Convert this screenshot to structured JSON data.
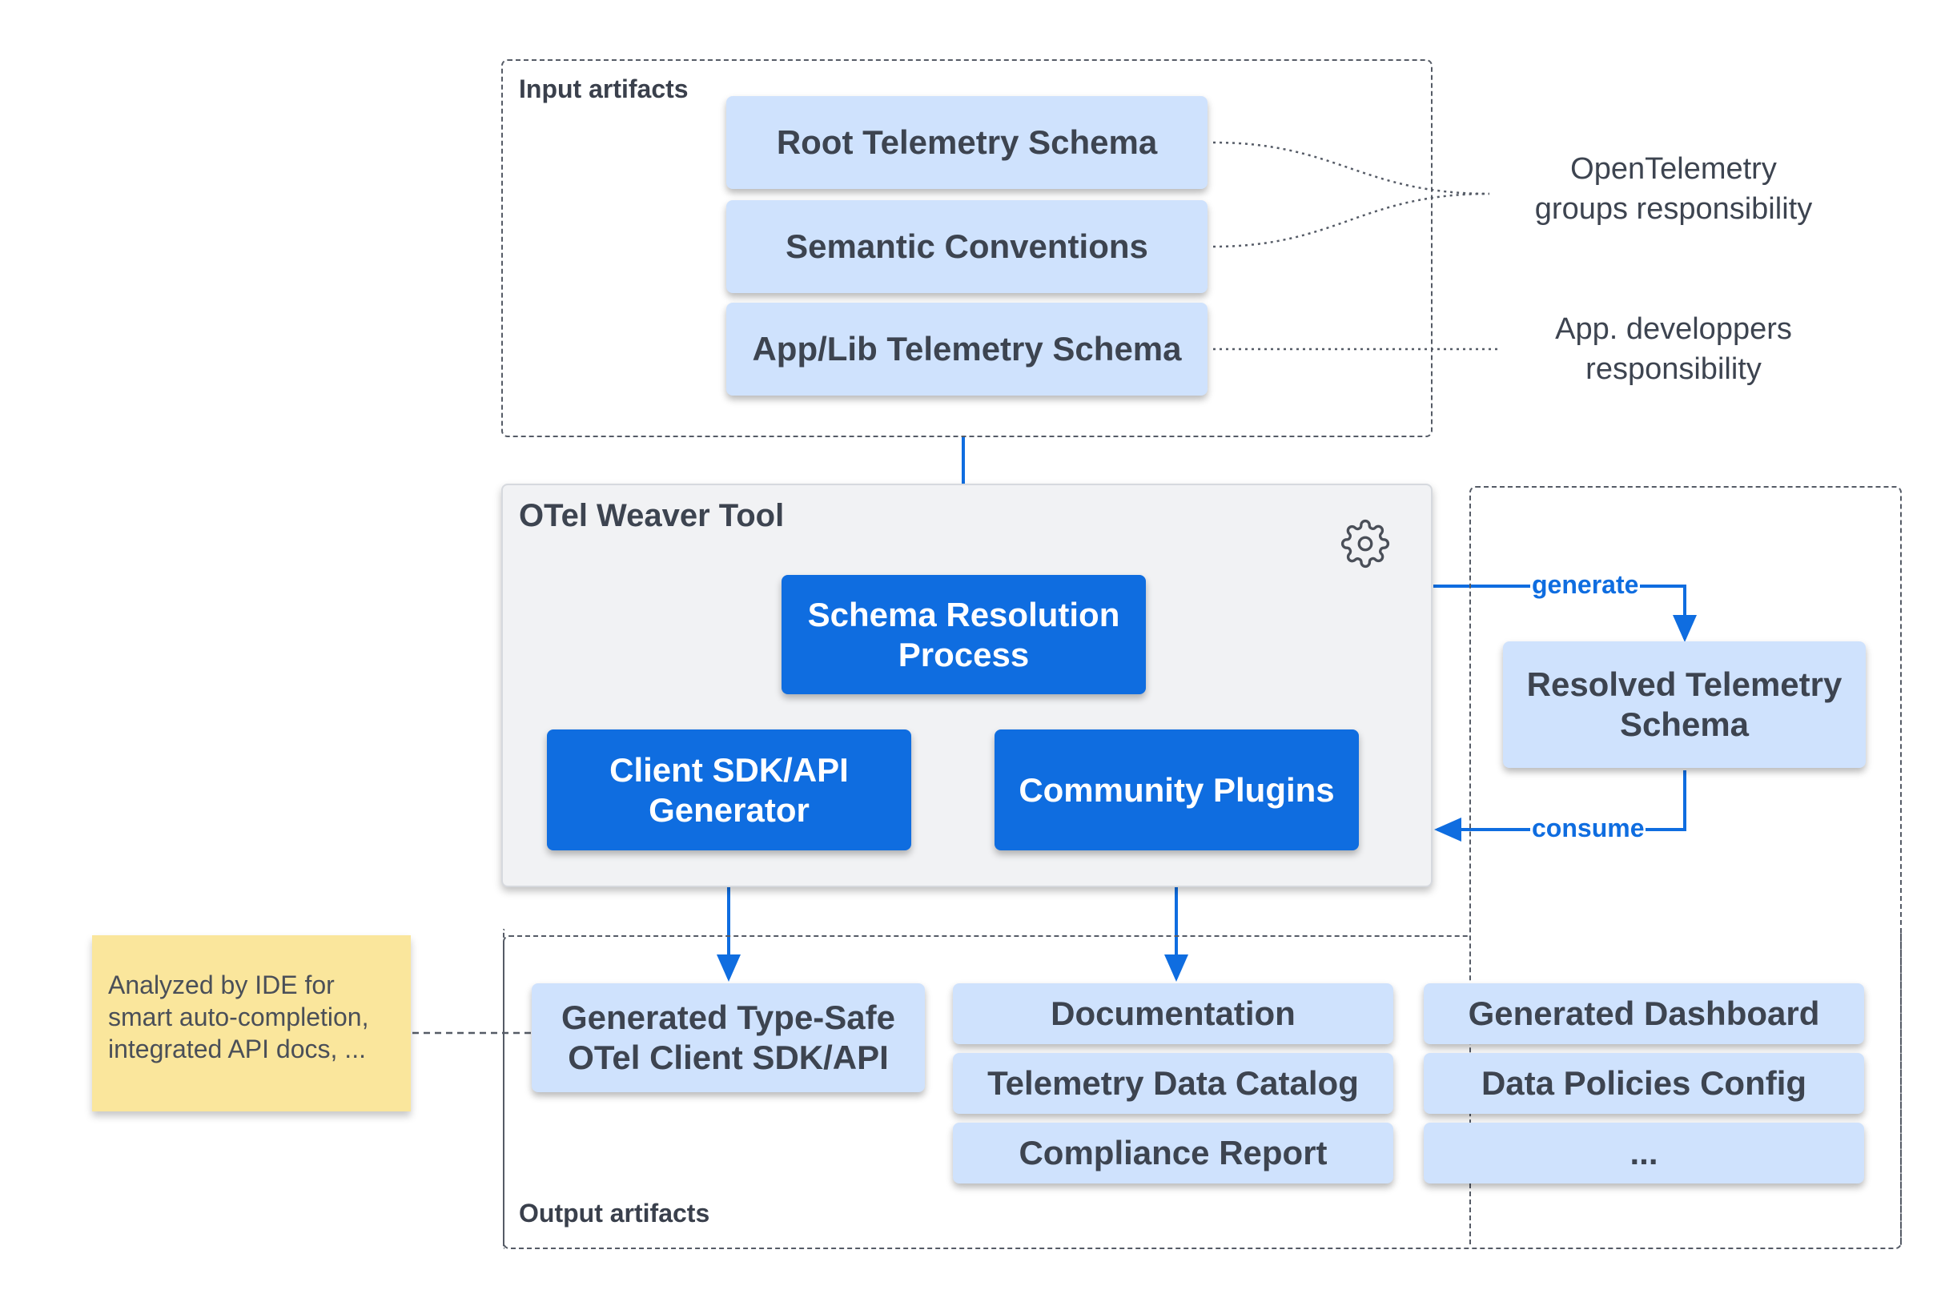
{
  "groups": {
    "input_title": "Input artifacts",
    "tool_title": "OTel Weaver Tool",
    "output_title": "Output artifacts"
  },
  "inputs": {
    "root_schema": "Root Telemetry Schema",
    "semantic_conventions": "Semantic Conventions",
    "app_lib_schema": "App/Lib Telemetry Schema"
  },
  "notes": {
    "otel_responsibility": "OpenTelemetry\ngroups responsibility",
    "app_responsibility": "App. developpers\nresponsibility",
    "ide_note": "Analyzed by IDE for\nsmart auto-completion,\nintegrated API docs, ..."
  },
  "tool": {
    "schema_resolution": "Schema Resolution\nProcess",
    "client_sdk_generator": "Client SDK/API\nGenerator",
    "community_plugins": "Community Plugins"
  },
  "resolved": {
    "resolved_schema": "Resolved Telemetry\nSchema",
    "generate_label": "generate",
    "consume_label": "consume"
  },
  "outputs": {
    "client_sdk": "Generated Type-Safe\nOTel Client SDK/API",
    "documentation": "Documentation",
    "data_catalog": "Telemetry Data Catalog",
    "compliance_report": "Compliance Report",
    "dashboard": "Generated Dashboard",
    "data_policies": "Data Policies Config",
    "more": "..."
  },
  "icons": {
    "tool_icon": "gear-icon"
  },
  "colors": {
    "light_box": "#cfe2fd",
    "dark_box": "#0f6de0",
    "tool_bg": "#f1f2f4",
    "sticky": "#fae69c",
    "arrow": "#0f6de0"
  }
}
